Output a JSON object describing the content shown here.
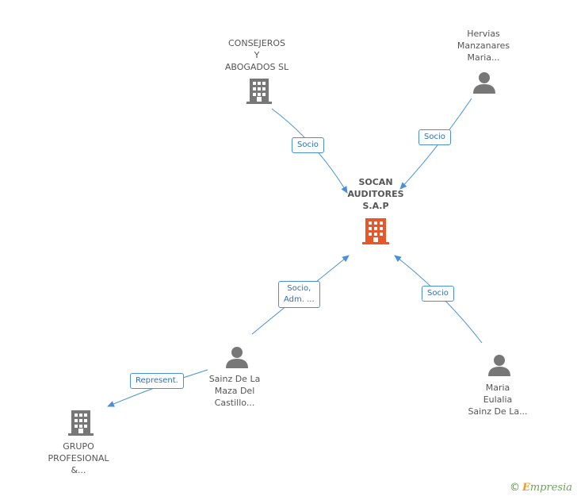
{
  "center": {
    "lines": [
      "SOCAN",
      "AUDITORES",
      "S.A.P"
    ],
    "color": "#e8562a"
  },
  "nodes": {
    "consejeros": {
      "lines": [
        "CONSEJEROS",
        "Y",
        "ABOGADOS SL"
      ],
      "kind": "company"
    },
    "hervias": {
      "lines": [
        "Hervias",
        "Manzanares",
        "Maria..."
      ],
      "kind": "person"
    },
    "sainz_maza": {
      "lines": [
        "Sainz De La",
        "Maza Del",
        "Castillo..."
      ],
      "kind": "person"
    },
    "maria_eulalia": {
      "lines": [
        "Maria",
        "Eulalia",
        "Sainz De La..."
      ],
      "kind": "person"
    },
    "grupo": {
      "lines": [
        "GRUPO",
        "PROFESIONAL",
        "&..."
      ],
      "kind": "company"
    }
  },
  "edges": {
    "consejeros_socio": {
      "lines": [
        "Socio"
      ]
    },
    "hervias_socio": {
      "lines": [
        "Socio"
      ]
    },
    "sainz_socio_adm": {
      "lines": [
        "Socio,",
        "Adm. ..."
      ]
    },
    "eulalia_socio": {
      "lines": [
        "Socio"
      ]
    },
    "sainz_represent": {
      "lines": [
        "Represent."
      ]
    }
  },
  "colors": {
    "edge": "#4a90d9",
    "node_icon": "#777777",
    "center_icon": "#e8562a"
  },
  "footer": {
    "copyright_symbol": "©",
    "brand_initial": "E",
    "brand_rest": "mpresia"
  }
}
